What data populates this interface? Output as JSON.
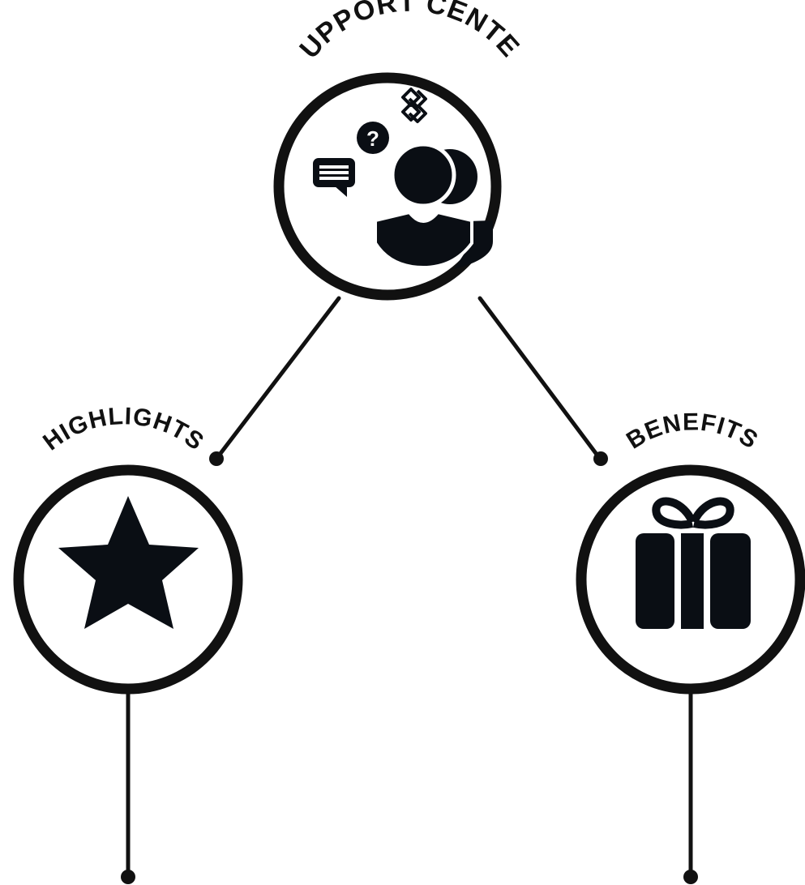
{
  "colors": {
    "ink": "#111111",
    "icon": "#0a0e14",
    "background": "#ffffff"
  },
  "nodes": [
    {
      "id": "support-center",
      "label": "SUPPORT CENTER",
      "icon": "support-agent-icon"
    },
    {
      "id": "highlights",
      "label": "HIGHLIGHTS",
      "icon": "star-icon"
    },
    {
      "id": "benefits",
      "label": "BENEFITS",
      "icon": "gift-icon"
    }
  ],
  "icons": {
    "chat": "chat-bubble-icon",
    "question": "question-mark-icon",
    "puzzle": "puzzle-link-icon",
    "agent": "person-icon"
  },
  "edges": [
    {
      "from": "support-center",
      "to": "highlights"
    },
    {
      "from": "support-center",
      "to": "benefits"
    },
    {
      "from": "highlights",
      "to": "highlights-end"
    },
    {
      "from": "benefits",
      "to": "benefits-end"
    }
  ]
}
